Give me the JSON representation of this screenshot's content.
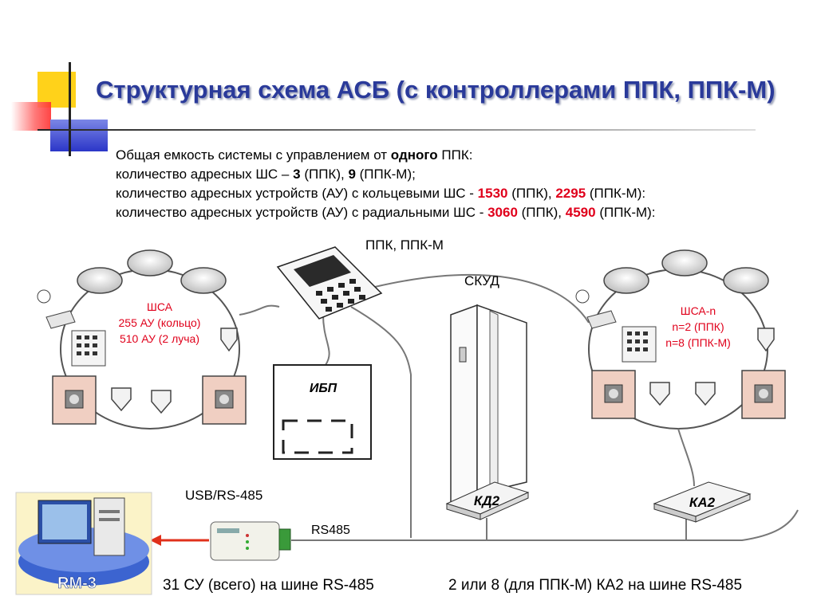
{
  "title": "Структурная схема АСБ (с контроллерами ППК, ППК-М)",
  "info": {
    "l1_a": "Общая емкость системы с управлением от ",
    "l1_b": "одного",
    "l1_c": " ППК:",
    "l2_a": "количество адресных ШС – ",
    "l2_b": "3",
    "l2_c": " (ППК), ",
    "l2_d": "9",
    "l2_e": " (ППК-М);",
    "l3_a": "количество адресных устройств (АУ) с кольцевыми ШС - ",
    "l3_b": "1530",
    "l3_c": " (ППК), ",
    "l3_d": "2295",
    "l3_e": " (ППК-М):",
    "l4_a": "количество адресных устройств (АУ) с радиальными ШС - ",
    "l4_b": "3060",
    "l4_c": " (ППК), ",
    "l4_d": "4590",
    "l4_e": " (ППК-М):"
  },
  "diagram": {
    "ppk_label": "ППК, ППК-М",
    "skud_label": "СКУД",
    "sha_left": [
      "ШСА",
      "255 АУ (кольцо)",
      "510 АУ (2 луча)"
    ],
    "sha_right": [
      "ШСА-n",
      "n=2 (ППК)",
      "n=8 (ППК-М)"
    ],
    "ibp_label": "ИБП",
    "kd2_label": "КД2",
    "ka2_label": "КА2",
    "usb_label": "USB/RS-485",
    "rs485_label": "RS485",
    "rm3_label": "RM-3",
    "bottom_left": "31 СУ (всего) на шине RS-485",
    "bottom_right": "2 или 8 (для ППК-М) КА2 на шине RS-485"
  },
  "colors": {
    "title": "#2a3a9a",
    "highlight": "#e0001b",
    "rm3": "#2a56c8",
    "arrow": "#e0301b"
  }
}
